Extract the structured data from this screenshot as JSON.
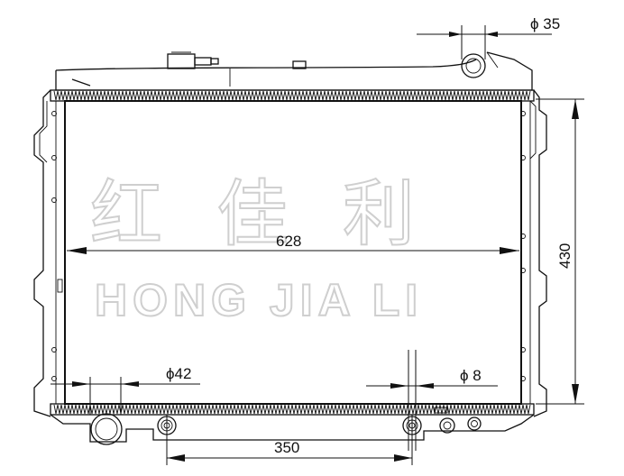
{
  "drawing": {
    "watermark": {
      "chinese": "红佳利",
      "english": "HONG JIA LI"
    },
    "dimensions": {
      "width": "628",
      "height": "430",
      "inlet_diameter": "ϕ 35",
      "outlet_diameter": "ϕ42",
      "drain_diameter": "ϕ 8",
      "mount_spacing": "350"
    }
  }
}
